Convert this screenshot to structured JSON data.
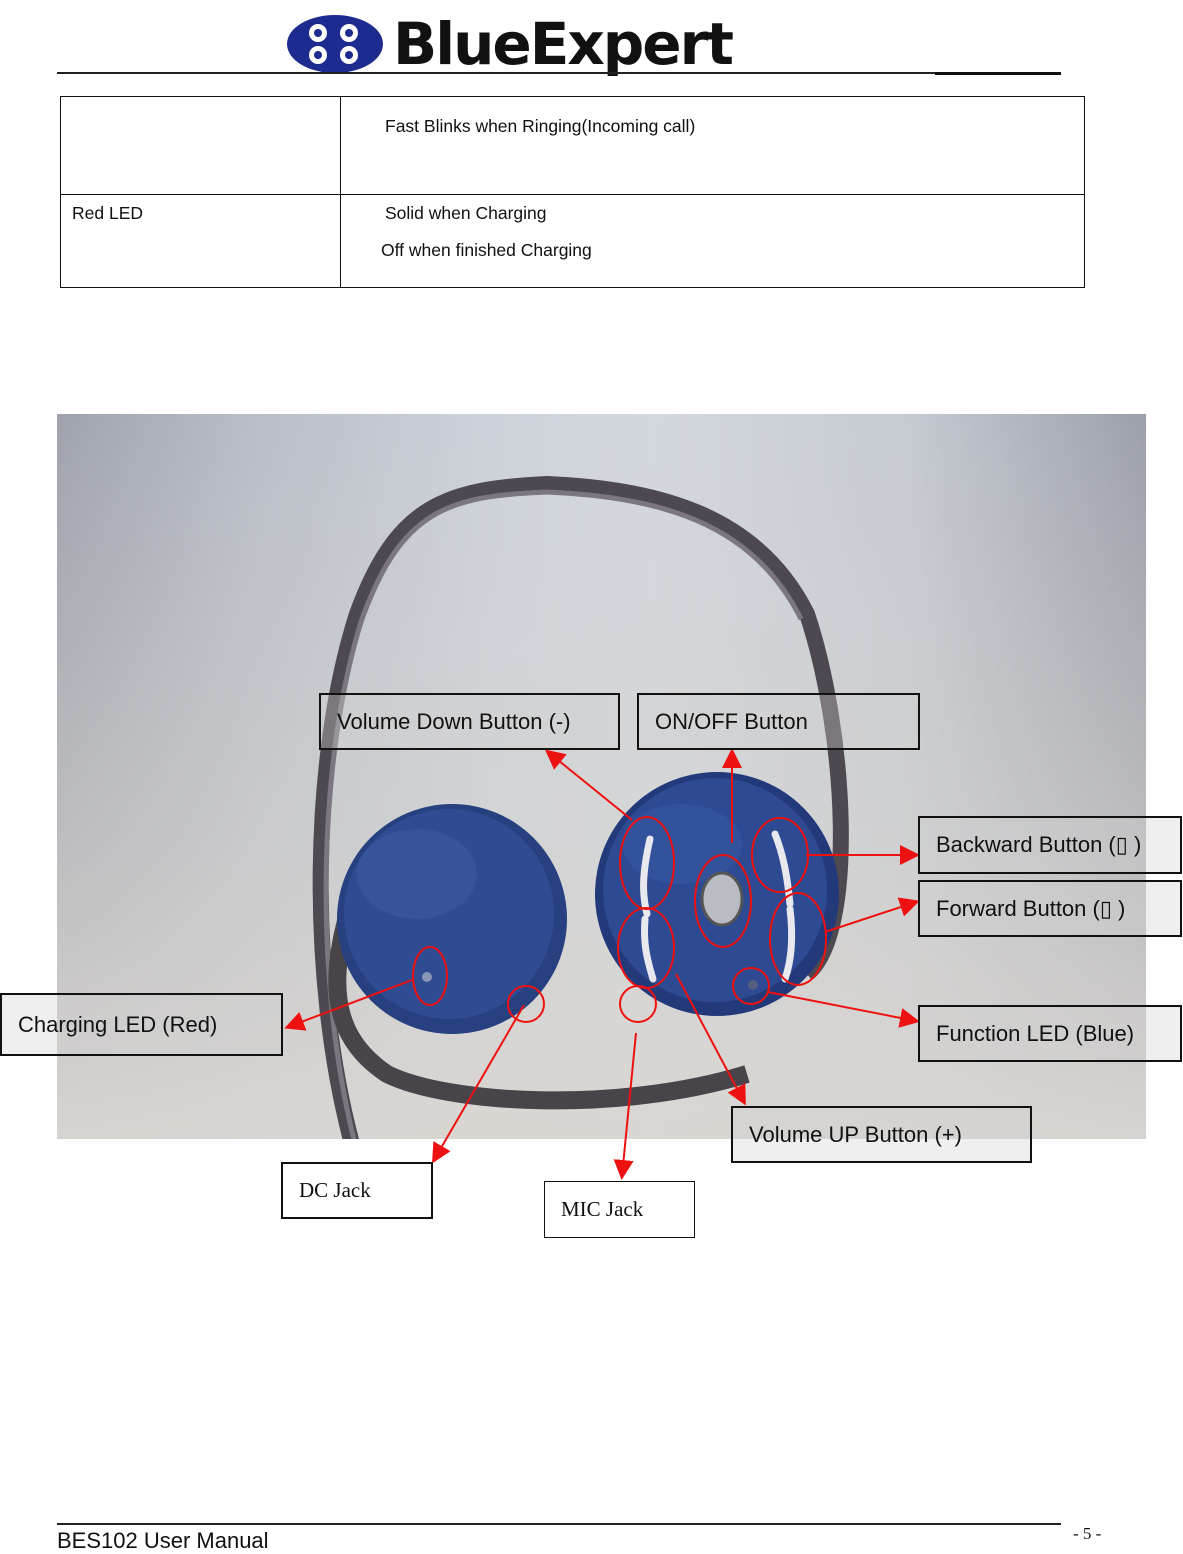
{
  "header": {
    "brand": "BlueExpert",
    "logo_icon": "bluexpert-88-logo-icon"
  },
  "led_table": {
    "rows": [
      {
        "label": "",
        "lines": [
          "Fast Blinks when Ringing(Incoming call)"
        ]
      },
      {
        "label": "Red LED",
        "lines": [
          "Solid when Charging",
          "Off when finished Charging"
        ]
      }
    ]
  },
  "diagram": {
    "photo_subject": "headset-photo",
    "labels": {
      "volume_down": "Volume Down Button (-)",
      "on_off": "ON/OFF Button",
      "backward": "Backward Button (▯ )",
      "forward": "Forward Button (▯ )",
      "charging_led": "Charging LED (Red)",
      "function_led": "Function LED (Blue)",
      "volume_up": "Volume UP Button (+)",
      "dc_jack": "DC Jack",
      "mic_jack": "MIC Jack"
    },
    "annotation_color": "#ee1111"
  },
  "footer": {
    "title": "BES102 User Manual",
    "page": "- 5 -"
  }
}
